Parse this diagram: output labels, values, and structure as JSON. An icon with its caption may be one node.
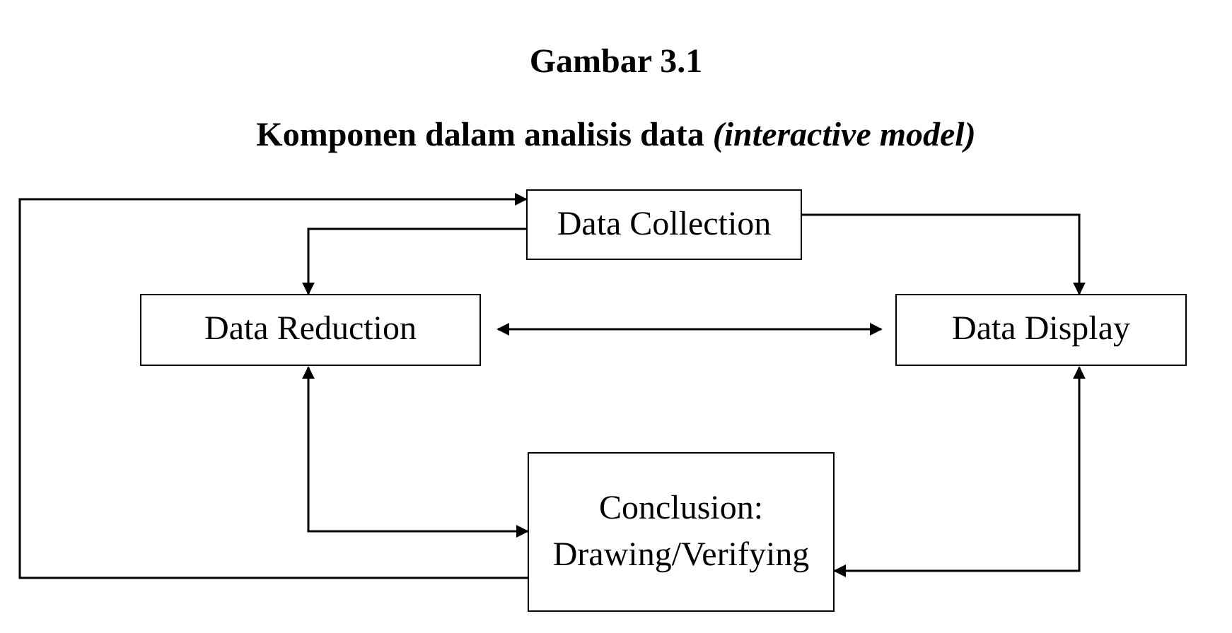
{
  "diagram": {
    "title": "Gambar 3.1",
    "nodes": [
      {
        "text": [
          "Data Collection"
        ]
      },
      {
        "text": [
          "Data Reduction"
        ]
      },
      {
        "text": [
          "Data Display"
        ]
      },
      {
        "text": [
          "Conclusion: Drawing/Verifying"
        ]
      }
    ],
    "edges": [
      {
        "from": 3,
        "to": 0,
        "arrow": "to"
      },
      {
        "from": 0,
        "to": 1,
        "arrow": "to"
      },
      {
        "from": 0,
        "to": 2,
        "arrow": "to"
      },
      {
        "from": 1,
        "to": 2,
        "arrow": "both"
      },
      {
        "from": 1,
        "to": 3,
        "arrow": "both"
      },
      {
        "from": 2,
        "to": 3,
        "arrow": "both"
      }
    ],
    "labels": [
      "Komponen dalam analisis data *(interactive model)*"
    ]
  }
}
